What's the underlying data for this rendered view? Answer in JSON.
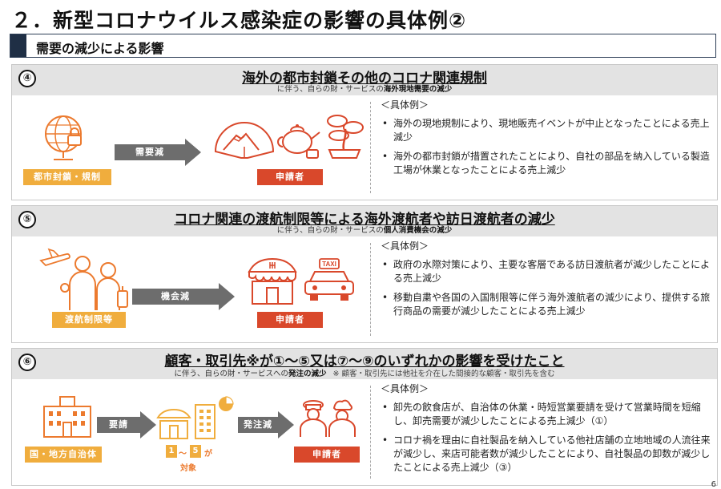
{
  "page": {
    "title": "２．新型コロナウイルス感染症の影響の具体例②",
    "section_header": "需要の減少による影響",
    "page_number": "6"
  },
  "cases": [
    {
      "number": "④",
      "title": "海外の都市封鎖その他のコロナ関連規制",
      "subtitle_prefix": "に伴う、自らの財・サービスの",
      "subtitle_bold": "海外現地需要の減少",
      "source_label": "都市封鎖・規制",
      "arrow_label": "需要減",
      "applicant_label": "申請者",
      "examples_heading": "＜具体例＞",
      "examples": [
        "海外の現地規制により、現地販売イベントが中止となったことによる売上減少",
        "海外の都市封鎖が措置されたことにより、自社の部品を納入している製造工場が休業となったことによる売上減少"
      ]
    },
    {
      "number": "⑤",
      "title": "コロナ関連の渡航制限等による海外渡航者や訪日渡航者の減少",
      "subtitle_prefix": "に伴う、自らの財・サービスの",
      "subtitle_bold": "個人消費機会の減少",
      "source_label": "渡航制限等",
      "arrow_label": "機会減",
      "applicant_label": "申請者",
      "taxi_label": "TAXI",
      "examples_heading": "＜具体例＞",
      "examples": [
        "政府の水際対策により、主要な客層である訪日渡航者が減少したことによる売上減少",
        "移動自粛や各国の入国制限等に伴う海外渡航者の減少により、提供する旅行商品の需要が減少したことによる売上減少"
      ]
    },
    {
      "number": "⑥",
      "title": "顧客・取引先※が①～⑤又は⑦～⑨のいずれかの影響を受けたこと",
      "subtitle_prefix": "に伴う、自らの財・サービスへの",
      "subtitle_bold": "発注の減少",
      "subtitle_note": "※ 顧客・取引先には他社を介在した間接的な顧客・取引先を含む",
      "source_label": "国・地方自治体",
      "arrow1_label": "要請",
      "arrow2_label": "発注減",
      "target_num_1": "1",
      "target_sep": "～",
      "target_num_2": "5",
      "target_suffix": "が",
      "target_caption": "対象",
      "applicant_label": "申請者",
      "examples_heading": "＜具体例＞",
      "examples": [
        "卸先の飲食店が、自治体の休業・時短営業要請を受けて営業時間を短縮し、卸売需要が減少したことによる売上減少（①）",
        "コロナ禍を理由に自社製品を納入している他社店舗の立地地域の人流往来が減少し、来店可能者数が減少したことにより、自社製品の卸数が減少したことによる売上減少（③）"
      ]
    }
  ],
  "colors": {
    "accent_orange": "#ec7a2e",
    "accent_yellow": "#f0ad3d",
    "applicant_red": "#d9482b",
    "arrow_gray": "#6d6d6d",
    "header_navy": "#1f2f45"
  },
  "icons": [
    "globe-lock-icon",
    "fuji-fan-icon",
    "teapot-icon",
    "bonsai-icon",
    "airplane-icon",
    "travelers-icon",
    "restaurant-icon",
    "taxi-icon",
    "government-building-icon",
    "shop-icon",
    "office-building-icon",
    "pie-chart-icon",
    "chef-icon"
  ]
}
